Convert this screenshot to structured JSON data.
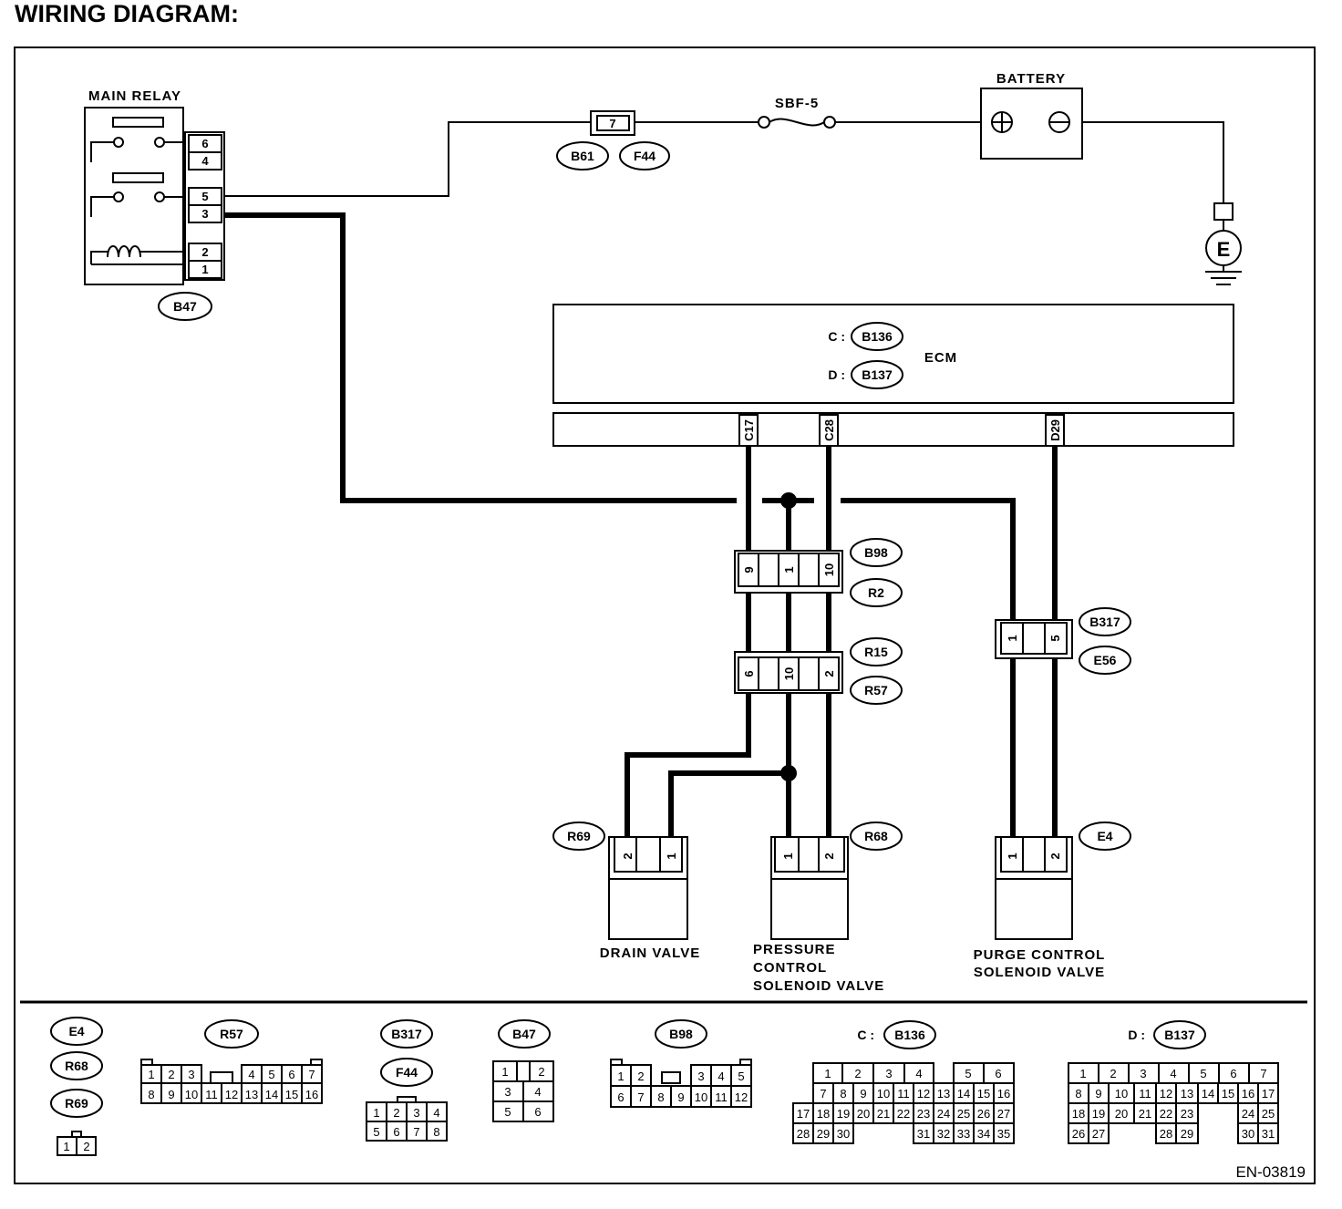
{
  "title": "WIRING DIAGRAM:",
  "components": {
    "main_relay": "MAIN RELAY",
    "battery": "BATTERY",
    "fuse": "SBF-5",
    "ecm": "ECM",
    "ground": "E",
    "drain_valve": "DRAIN VALVE",
    "pressure_valve": [
      "PRESSURE",
      "CONTROL",
      "SOLENOID VALVE"
    ],
    "purge_valve": [
      "PURGE CONTROL",
      "SOLENOID VALVE"
    ]
  },
  "ecm_connectors": {
    "c_prefix": "C :",
    "c": "B136",
    "d_prefix": "D :",
    "d": "B137"
  },
  "ecm_pins": [
    "C17",
    "C28",
    "D29"
  ],
  "relay_pins": [
    "6",
    "4",
    "5",
    "3",
    "2",
    "1"
  ],
  "fuse_pin": "7",
  "tags": {
    "B47": "B47",
    "B61": "B61",
    "F44": "F44",
    "B98": "B98",
    "R2": "R2",
    "R15": "R15",
    "R57": "R57",
    "B317": "B317",
    "E56": "E56",
    "R69": "R69",
    "R68": "R68",
    "E4": "E4"
  },
  "pins": {
    "b98": [
      "9",
      "1",
      "10"
    ],
    "r15": [
      "6",
      "10",
      "2"
    ],
    "b317": [
      "1",
      "5"
    ],
    "r69": [
      "2",
      "1"
    ],
    "r68": [
      "1",
      "2"
    ],
    "e4": [
      "1",
      "2"
    ]
  },
  "legend": {
    "e4_group": [
      "E4",
      "R68",
      "R69"
    ],
    "e4_grid": [
      [
        "1",
        "2"
      ]
    ],
    "r57": "R57",
    "r57_grid": [
      [
        "1",
        "2",
        "3",
        "",
        "4",
        "5",
        "6",
        "7"
      ],
      [
        "8",
        "9",
        "10",
        "11",
        "12",
        "13",
        "14",
        "15",
        "16"
      ]
    ],
    "b317_group": [
      "B317",
      "F44"
    ],
    "b317_grid": [
      [
        "1",
        "2",
        "3",
        "4"
      ],
      [
        "5",
        "6",
        "7",
        "8"
      ]
    ],
    "b47": "B47",
    "b47_grid": [
      [
        "1",
        "",
        "2"
      ],
      [
        "3",
        "4"
      ],
      [
        "5",
        "6"
      ]
    ],
    "b98": "B98",
    "b98_grid": [
      [
        "1",
        "2",
        "",
        "3",
        "4",
        "5"
      ],
      [
        "6",
        "7",
        "8",
        "9",
        "10",
        "11",
        "12"
      ]
    ],
    "c_prefix": "C :",
    "c": "B136",
    "c_grid": [
      [
        "1",
        "2",
        "3",
        "4",
        "",
        "5",
        "6"
      ],
      [
        "7",
        "8",
        "9",
        "10",
        "11",
        "12",
        "13",
        "14",
        "15",
        "16"
      ],
      [
        "17",
        "18",
        "19",
        "20",
        "21",
        "22",
        "23",
        "24",
        "25",
        "26",
        "27"
      ],
      [
        "28",
        "29",
        "30",
        "",
        "31",
        "32",
        "33",
        "34",
        "35"
      ]
    ],
    "d_prefix": "D :",
    "d": "B137",
    "d_grid": [
      [
        "1",
        "2",
        "3",
        "4",
        "5",
        "6",
        "7"
      ],
      [
        "8",
        "9",
        "10",
        "11",
        "12",
        "13",
        "14",
        "15",
        "16",
        "17"
      ],
      [
        "18",
        "19",
        "20",
        "21",
        "22",
        "23",
        "",
        "24",
        "25"
      ],
      [
        "26",
        "27",
        "",
        "28",
        "29",
        "",
        "30",
        "31"
      ]
    ]
  },
  "code": "EN-03819"
}
